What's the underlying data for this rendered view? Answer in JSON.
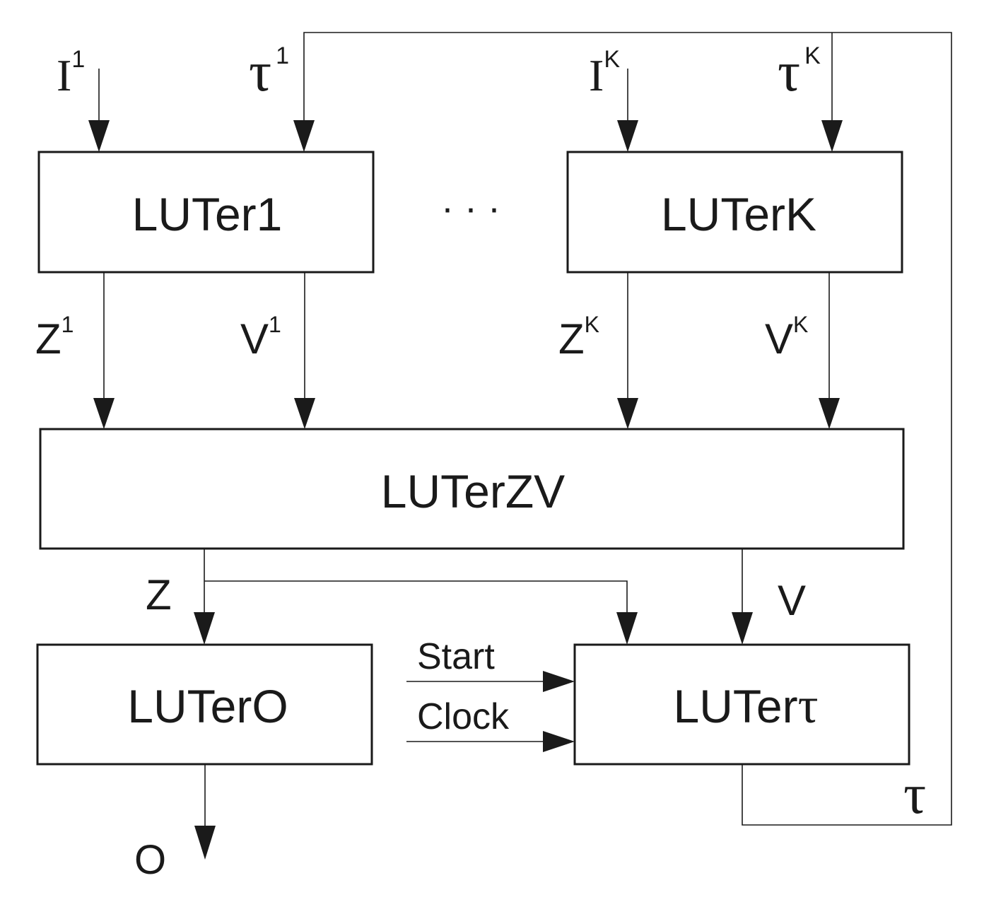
{
  "blocks": {
    "luter1": "LUTer1",
    "luterk": "LUTerK",
    "luterzv": "LUTerZV",
    "lutero": "LUTerO",
    "lutertau": "LUTer",
    "lutertau_symbol": "τ"
  },
  "ellipsis": "· · ·",
  "inputs": {
    "i1": {
      "base": "I",
      "sup": "1"
    },
    "tau1": {
      "base": "τ",
      "sup": "1"
    },
    "ik": {
      "base": "I",
      "sup": "K"
    },
    "tauk": {
      "base": "τ",
      "sup": "K"
    }
  },
  "intermediate": {
    "z1": {
      "base": "Z",
      "sup": "1"
    },
    "v1": {
      "base": "V",
      "sup": "1"
    },
    "zk": {
      "base": "Z",
      "sup": "K"
    },
    "vk": {
      "base": "V",
      "sup": "K"
    }
  },
  "signals": {
    "z": "Z",
    "v": "V",
    "start": "Start",
    "clock": "Clock",
    "tau": "τ",
    "o": "O"
  }
}
